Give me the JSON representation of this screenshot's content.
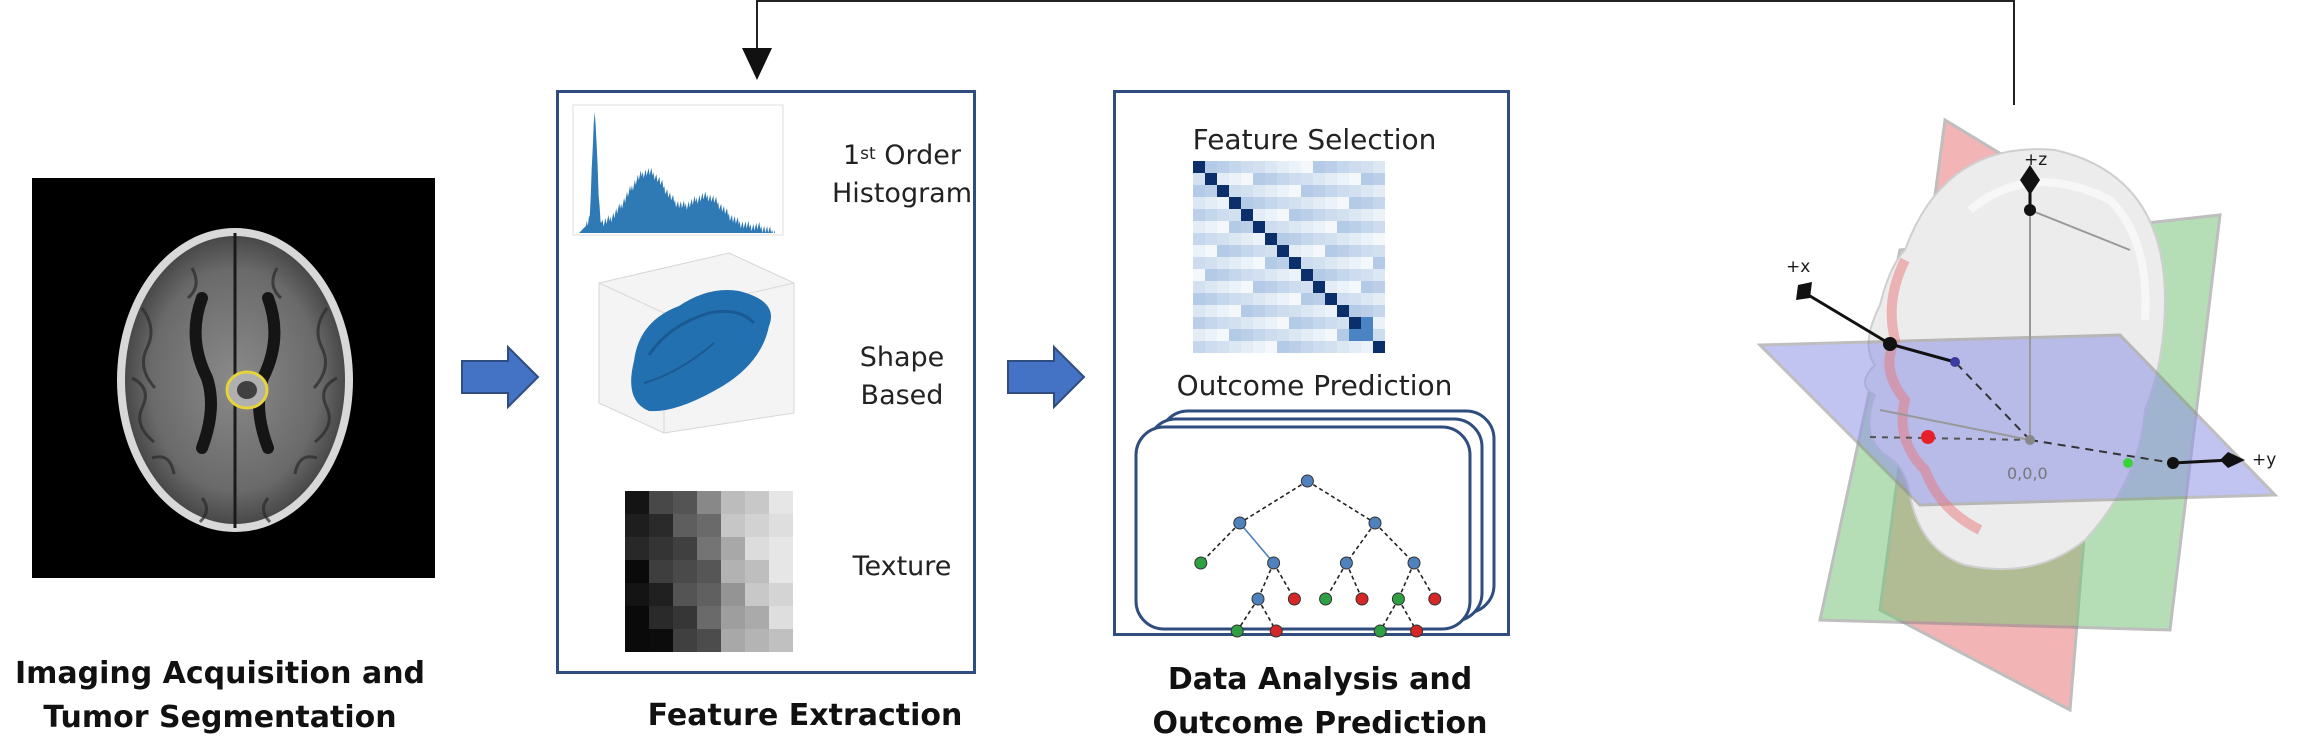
{
  "captions": {
    "imaging": [
      "Imaging Acquisition and",
      "Tumor Segmentation"
    ],
    "feature_extraction": "Feature Extraction",
    "analysis": [
      "Data Analysis and",
      "Outcome Prediction"
    ]
  },
  "feature_extraction": {
    "first_order_sup": "st",
    "first_order_num": "1",
    "first_order_rest": "Order",
    "histogram": "Histogram",
    "shape_line1": "Shape",
    "shape_line2": "Based",
    "texture": "Texture"
  },
  "analysis_panel": {
    "feature_selection": "Feature Selection",
    "outcome_prediction": "Outcome Prediction"
  },
  "head_axes": {
    "x": "+x",
    "y": "+y",
    "z": "+z",
    "origin": "0,0,0"
  },
  "colors": {
    "panel_border": "#2f4d7e",
    "arrow_fill": "#4472c4",
    "histogram": "#2f7ab5",
    "shape": "#2370b0",
    "node_blue": "#4f81bd",
    "node_green": "#2ea043",
    "node_red": "#d62728",
    "plane_red": "#e8787a",
    "plane_green": "#7cc47c",
    "plane_blue": "#8f93e6"
  }
}
